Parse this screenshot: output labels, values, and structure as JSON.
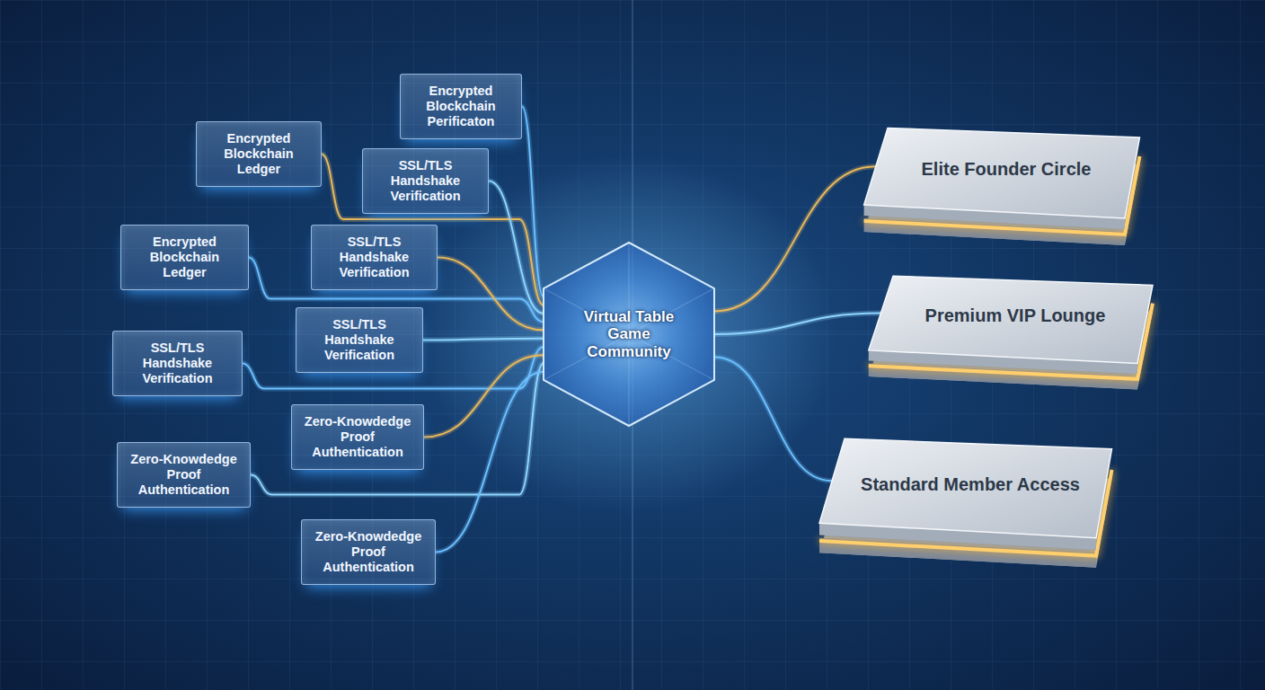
{
  "diagram": {
    "nodes": [
      {
        "text": [
          "Encrypted Blockchain Perificaton"
        ]
      },
      {
        "text": [
          "Encrypted Blockchain Ledger"
        ]
      },
      {
        "text": [
          "SSL/TLS Handshake Verification"
        ]
      },
      {
        "text": [
          "Encrypted Blockchain Ledger"
        ]
      },
      {
        "text": [
          "SSL/TLS Handshake Verification"
        ]
      },
      {
        "text": [
          "SSL/TLS Handshake Verification"
        ]
      },
      {
        "text": [
          "SSL/TLS Handshake Verification"
        ]
      },
      {
        "text": [
          "Zero-Knowdedge Proof Authentication"
        ]
      },
      {
        "text": [
          "Zero-Knowdedge Proof Authentication"
        ]
      },
      {
        "text": [
          "Zero-Knowdedge Proof Authentication"
        ]
      },
      {
        "text": [
          "Virtual Table Game Community"
        ]
      },
      {
        "text": [
          "Elite Founder Circle"
        ]
      },
      {
        "text": [
          "Premium VIP Lounge"
        ]
      },
      {
        "text": [
          "Standard Member Access"
        ]
      }
    ],
    "edges": [
      {
        "from": 0,
        "to": 10,
        "arrow": "none"
      },
      {
        "from": 1,
        "to": 10,
        "arrow": "none"
      },
      {
        "from": 2,
        "to": 10,
        "arrow": "none"
      },
      {
        "from": 3,
        "to": 10,
        "arrow": "none"
      },
      {
        "from": 4,
        "to": 10,
        "arrow": "none"
      },
      {
        "from": 5,
        "to": 10,
        "arrow": "none"
      },
      {
        "from": 6,
        "to": 10,
        "arrow": "none"
      },
      {
        "from": 7,
        "to": 10,
        "arrow": "none"
      },
      {
        "from": 8,
        "to": 10,
        "arrow": "none"
      },
      {
        "from": 9,
        "to": 10,
        "arrow": "none"
      },
      {
        "from": 10,
        "to": 11,
        "arrow": "none"
      },
      {
        "from": 10,
        "to": 12,
        "arrow": "none"
      },
      {
        "from": 10,
        "to": 13,
        "arrow": "none"
      }
    ]
  }
}
